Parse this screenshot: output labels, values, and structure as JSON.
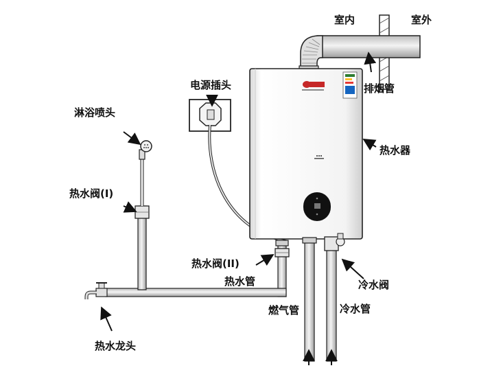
{
  "labels": {
    "indoor": "室内",
    "outdoor": "室外",
    "exhaust_pipe": "排烟管",
    "water_heater": "热水器",
    "power_plug": "电源插头",
    "shower_head": "淋浴喷头",
    "hot_valve_1": "热水阀(I)",
    "hot_valve_2": "热水阀(II)",
    "hot_water_pipe": "热水管",
    "cold_valve": "冷水阀",
    "gas_pipe": "燃气管",
    "cold_water_pipe": "冷水管",
    "hot_faucet": "热水龙头"
  },
  "colors": {
    "line": "#222222",
    "pipe_fill": "#eeeeee",
    "heater_body": "#f7f7f7",
    "brand_red": "#c62828",
    "panel_dark": "#111111"
  }
}
